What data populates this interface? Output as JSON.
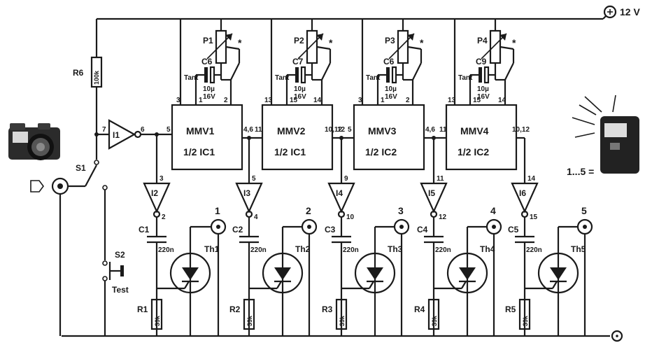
{
  "supply": {
    "label": "12 V"
  },
  "input": {
    "resistor": {
      "name": "R6",
      "value": "100k"
    },
    "switch_label": "S1",
    "test_switch": {
      "name": "S2",
      "label": "Test"
    },
    "inverter": {
      "name": "I1",
      "pin_in": "7",
      "pin_out": "6"
    }
  },
  "stages": [
    {
      "mmv": "MMV1",
      "ic": "1/2 IC1",
      "pot": "P1",
      "cap": "C6",
      "cap_type": "Tant",
      "cap_value": "10µ",
      "cap_voltage": "16V",
      "pin_top_left": "3",
      "pin_top_mid": "1",
      "pin_top_right": "2",
      "pin_in": "5",
      "pin_out": "4,6",
      "driver": "I2",
      "drv_in": "3",
      "drv_out": "2",
      "coupling": "C1",
      "coupling_value": "220n",
      "thyristor": "Th1",
      "resistor": "R1",
      "resistor_value": "39k",
      "output": "1"
    },
    {
      "mmv": "MMV2",
      "ic": "1/2 IC1",
      "pot": "P2",
      "cap": "C7",
      "cap_type": "Tant",
      "cap_value": "10µ",
      "cap_voltage": "16V",
      "pin_top_left": "13",
      "pin_top_mid": "15",
      "pin_top_right": "14",
      "pin_in": "11",
      "pin_out": "10,12",
      "driver": "I3",
      "drv_in": "5",
      "drv_out": "4",
      "coupling": "C2",
      "coupling_value": "220n",
      "thyristor": "Th2",
      "resistor": "R2",
      "resistor_value": "39k",
      "output": "2"
    },
    {
      "mmv": "MMV3",
      "ic": "1/2 IC2",
      "pot": "P3",
      "cap": "C6",
      "cap_type": "Tant",
      "cap_value": "10µ",
      "cap_voltage": "16V",
      "pin_top_left": "3",
      "pin_top_mid": "1",
      "pin_top_right": "2",
      "pin_in": "5",
      "pin_out": "4,6",
      "driver": "I4",
      "drv_in": "9",
      "drv_out": "10",
      "coupling": "C3",
      "coupling_value": "220n",
      "thyristor": "Th3",
      "resistor": "R3",
      "resistor_value": "39k",
      "output": "3"
    },
    {
      "mmv": "MMV4",
      "ic": "1/2 IC2",
      "pot": "P4",
      "cap": "C9",
      "cap_type": "Tant",
      "cap_value": "10µ",
      "cap_voltage": "16V",
      "pin_top_left": "13",
      "pin_top_mid": "15",
      "pin_top_right": "14",
      "pin_in": "11",
      "pin_out": "10,12",
      "driver": "I6",
      "drv_in": "14",
      "drv_out": "15",
      "coupling": "C5",
      "coupling_value": "220n",
      "thyristor": "Th5",
      "resistor": "R5",
      "resistor_value": "39k",
      "output": "5"
    }
  ],
  "extra_stage": {
    "driver": "I5",
    "drv_in": "11",
    "drv_out": "12",
    "coupling": "C4",
    "coupling_value": "220n",
    "thyristor": "Th4",
    "resistor": "R4",
    "resistor_value": "39k",
    "output": "4"
  },
  "flash_label": "1...5 =",
  "pot_marker": "*",
  "pin_mmv3_in_left": "12"
}
